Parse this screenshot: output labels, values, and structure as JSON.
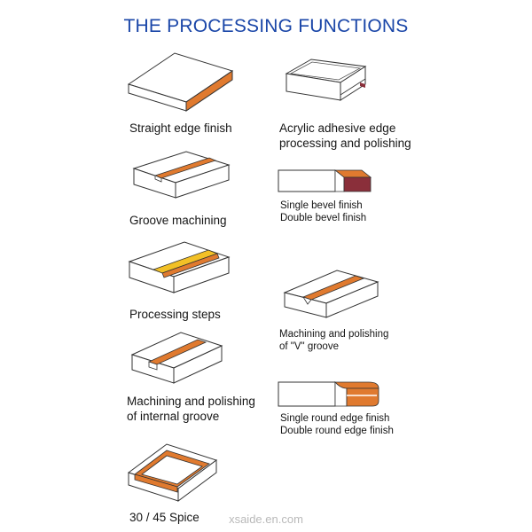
{
  "title": "THE PROCESSING FUNCTIONS",
  "colors": {
    "title": "#1a46a8",
    "orange": "#e07a2f",
    "yellow": "#f2c026",
    "maroon": "#8a2f3a"
  },
  "items": [
    {
      "id": "straight",
      "label_lines": [
        "Straight edge finish"
      ]
    },
    {
      "id": "acrylic",
      "label_lines": [
        "Acrylic adhesive edge",
        "processing and polishing"
      ]
    },
    {
      "id": "groove",
      "label_lines": [
        "Groove machining"
      ]
    },
    {
      "id": "bevel",
      "label_lines": [
        "Single bevel finish",
        "Double bevel finish"
      ]
    },
    {
      "id": "steps",
      "label_lines": [
        "Processing steps"
      ]
    },
    {
      "id": "vgroove",
      "label_lines": [
        "Machining and polishing",
        "of \"V\" groove"
      ]
    },
    {
      "id": "internal",
      "label_lines": [
        "Machining and polishing",
        "of internal groove"
      ]
    },
    {
      "id": "round",
      "label_lines": [
        "Single round edge finish",
        "Double round edge finish"
      ]
    },
    {
      "id": "splice",
      "label_lines": [
        "30 / 45   Spice"
      ]
    }
  ],
  "watermark": "xsaide.en.com"
}
